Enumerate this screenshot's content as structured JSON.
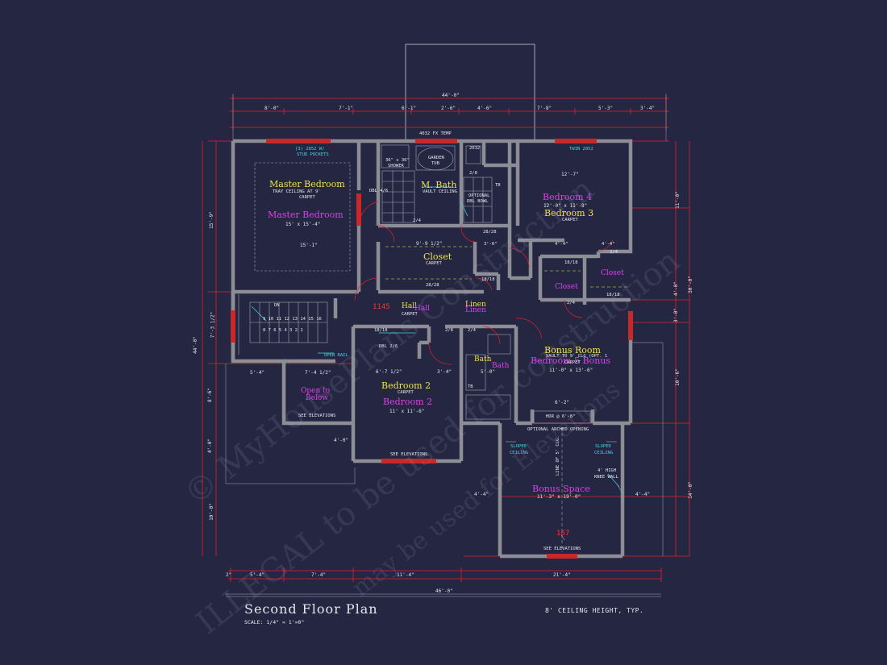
{
  "title": "Second Floor Plan",
  "scale": "SCALE: 1/4\" = 1'=0\"",
  "ceiling_note": "8' CEILING HEIGHT, TYP.",
  "dims": {
    "top_overall": "44'-0\"",
    "top_segments": [
      "8'-0\"",
      "7'-1\"",
      "6'-1\"",
      "2'-6\"",
      "4'-6\"",
      "7'-8\"",
      "5'-3\"",
      "3'-4\""
    ],
    "bottom_overall": "46'-0\"",
    "bottom_segments": [
      "2\"",
      "5'-4\"",
      "7'-4\"",
      "11'-4\"",
      "21'-4\""
    ],
    "left_overall": "44'-0\"",
    "left_segments": [
      "15'-9\"",
      "7'-3 1/2\"",
      "8'-6\"",
      "4'-0\"",
      "10'-0\""
    ],
    "right_overall": "30'-0\"",
    "right_segments": [
      "11'-0\"",
      "4'-0\"",
      "3'-0\"",
      "10'-6\"",
      "14'-0\""
    ]
  },
  "rooms": {
    "master_bed_1": "Master Bedroom",
    "master_bed_note": "TRAY CEILING AT 9'",
    "master_bed_carpet": "CARPET",
    "master_bed_2": "Master Bedroom",
    "master_bed_size": "15' x 15'-4\"",
    "master_bed_width": "15'-1\"",
    "windows_note_1": "(3) 2852 W/",
    "windows_note_2": "STUD POCKETS",
    "mbath": "M. Bath",
    "mbath_note": "VAULT CEILING",
    "mbath_temp": "4032 FX TEMP",
    "shower": "36\" x 36\"",
    "shower_2": "SHOWER",
    "garden_tub": "GARDEN",
    "garden_tub_2": "TUB",
    "optional_bowl": "OPTIONAL",
    "optional_bowl_2": "DBL BOWL",
    "closet_main": "Closet",
    "closet_carpet": "CARPET",
    "closet_dim": "9'-9 1/2\"",
    "bed4": "Bedroom 4",
    "bed3": "Bedroom 3",
    "bed3_size": "12'-0\" x 11'-8\"",
    "bed3_carpet": "CARPET",
    "bed3_width": "12'-7\"",
    "twin": "TWIN 2852",
    "closet_2": "Closet",
    "closet_3": "Closet",
    "hall": "Hall",
    "hall_2": "Hall",
    "hall_carpet": "CARPET",
    "linen": "Linen",
    "linen_2": "Linen",
    "red_1145": "1145",
    "bonus_room": "Bonus Room",
    "bonus_note": "VAULT TO 9' CLG (OPT. 1",
    "bonus_carpet": "CARPET",
    "bonus_bed": "Bedroom 5 Bonus",
    "bonus_size": "11'-0\" x 13'-6\"",
    "bath": "Bath",
    "bath_2": "Bath",
    "bed2": "Bedroom 2",
    "bed2_carpet": "CARPET",
    "bed2_2": "Bedroom 2",
    "bed2_size": "11' x 11'-6\"",
    "bed2_dim": "6'-7 1/2\"",
    "open_below": "Open to",
    "open_below_2": "Below",
    "see_elev_1": "SEE ELEVATIONS",
    "see_elev_2": "SEE ELEVATIONS",
    "see_elev_3": "SEE ELEVATIONS",
    "open_rail": "OPEN RAIL",
    "stair_dn": "DN",
    "stair_nums": "9 10 11 12 13 14 15 16",
    "stair_nums_2": "8 7 6 5 4 3 2 1",
    "hdr": "HDR @ 6'-8\"",
    "arched": "OPTIONAL ARCHED OPENING",
    "sloped_1": "SLOPED",
    "sloped_1b": "CEILING",
    "sloped_2": "SLOPED",
    "sloped_2b": "CEILING",
    "knee_wall": "4' HIGH",
    "knee_wall_2": "KNEE WALL",
    "line_clg": "LINE OF 5' CLG.",
    "bonus_space": "Bonus Space",
    "bonus_space_size": "11'-3\" x 19'-0\"",
    "red_167": "167",
    "dim_bonus_left": "4'-4\"",
    "dim_bonus_right": "4'-4\"",
    "dim_hdr": "6'-2\"",
    "dim_54": "5'-4\"",
    "dim_74": "7'-4 1/2\"",
    "dim_34": "3'-4\"",
    "dim_50": "5'-0\"",
    "dim_40": "4'-0\"",
    "dim_44a": "4'-4\"",
    "dim_44b": "4'-4\"",
    "dim_30": "3'-0\"",
    "dbl_46": "DBL 4/6",
    "dbl_26": "DBL 2/6",
    "door_28": "2/8",
    "door_24": "2/4",
    "door_2828": "28/28",
    "door_1818": "18/18",
    "door_2032": "2032",
    "tb": "TB",
    "watermark_1": "© MyHousePlans Construction",
    "watermark_2": "ILLEGAL to be used for construction",
    "watermark_3": "may be used for Elevations"
  },
  "colors": {
    "background": "#252742",
    "wall": "#8d8d96",
    "dimension": "#e0202a",
    "label_yellow": "#f0e24a",
    "label_magenta": "#e03ee8",
    "label_cyan": "#38dbe8"
  }
}
